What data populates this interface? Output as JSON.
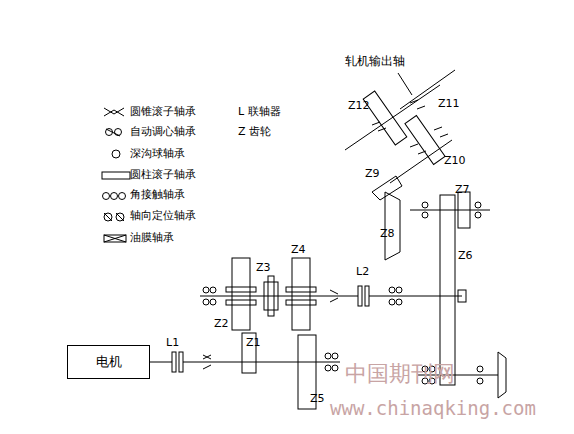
{
  "diagram": {
    "nodes": [
      {
        "text": [
          "电机"
        ]
      }
    ],
    "edges": [],
    "labels": [
      "轧机输出轴",
      "Z12",
      "Z11",
      "Z10",
      "Z9",
      "Z8",
      "Z7",
      "Z6",
      "Z3",
      "Z4",
      "L2",
      "Z2",
      "Z1",
      "L1",
      "Z5",
      "中国期刊网",
      "www.chinaqking.com"
    ],
    "legend": [
      {
        "text": "圆锥滚子轴承"
      },
      {
        "text": "自动调心轴承"
      },
      {
        "text": "深沟球轴承"
      },
      {
        "text": "圆柱滚子轴承"
      },
      {
        "text": "角接触轴承"
      },
      {
        "text": "轴向定位轴承"
      },
      {
        "text": "油膜轴承"
      },
      {
        "text": "L 联轴器"
      },
      {
        "text": "Z 齿轮"
      }
    ]
  }
}
